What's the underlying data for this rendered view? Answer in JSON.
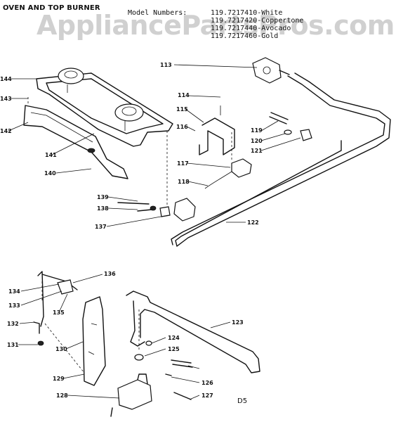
{
  "title": "OVEN AND TOP BURNER",
  "models": {
    "label": "Model Numbers:",
    "values": [
      "119.7217410-White",
      "119.7217420-Coppertone",
      "119.7217440-Avocado",
      "119.7217460-Gold"
    ]
  },
  "watermark": "AppliancePartsPros.com",
  "diagram_code": "D5",
  "callouts": [
    "113",
    "114",
    "115",
    "116",
    "117",
    "118",
    "119",
    "120",
    "121",
    "122",
    "123",
    "124",
    "125",
    "126",
    "127",
    "128",
    "129",
    "130",
    "131",
    "132",
    "133",
    "134",
    "135",
    "136",
    "137",
    "138",
    "139",
    "140",
    "141",
    "142",
    "143",
    "144"
  ]
}
